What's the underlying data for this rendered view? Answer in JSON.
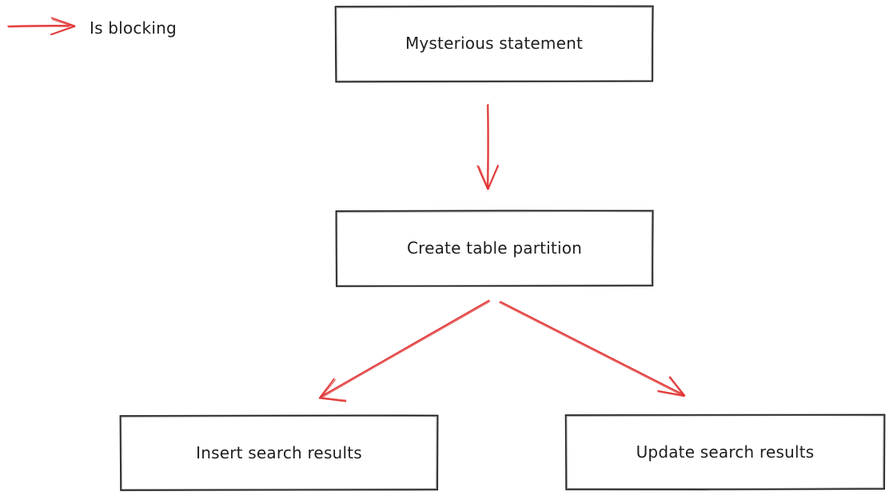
{
  "colors": {
    "background": "#ffffff",
    "stroke": "#1e1e1e",
    "arrow": "#e03131"
  },
  "legend": {
    "label": "Is blocking",
    "icon": "red-right-arrow-icon"
  },
  "nodes": [
    {
      "label": "Mysterious statement"
    },
    {
      "label": "Create table partition"
    },
    {
      "label": "Insert search results"
    },
    {
      "label": "Update search results"
    }
  ],
  "diagram": {
    "type": "flowchart",
    "edges": [
      {
        "from": "Mysterious statement",
        "to": "Create table partition",
        "relation": "Is blocking"
      },
      {
        "from": "Create table partition",
        "to": "Insert search results",
        "relation": "Is blocking"
      },
      {
        "from": "Create table partition",
        "to": "Update search results",
        "relation": "Is blocking"
      }
    ]
  }
}
